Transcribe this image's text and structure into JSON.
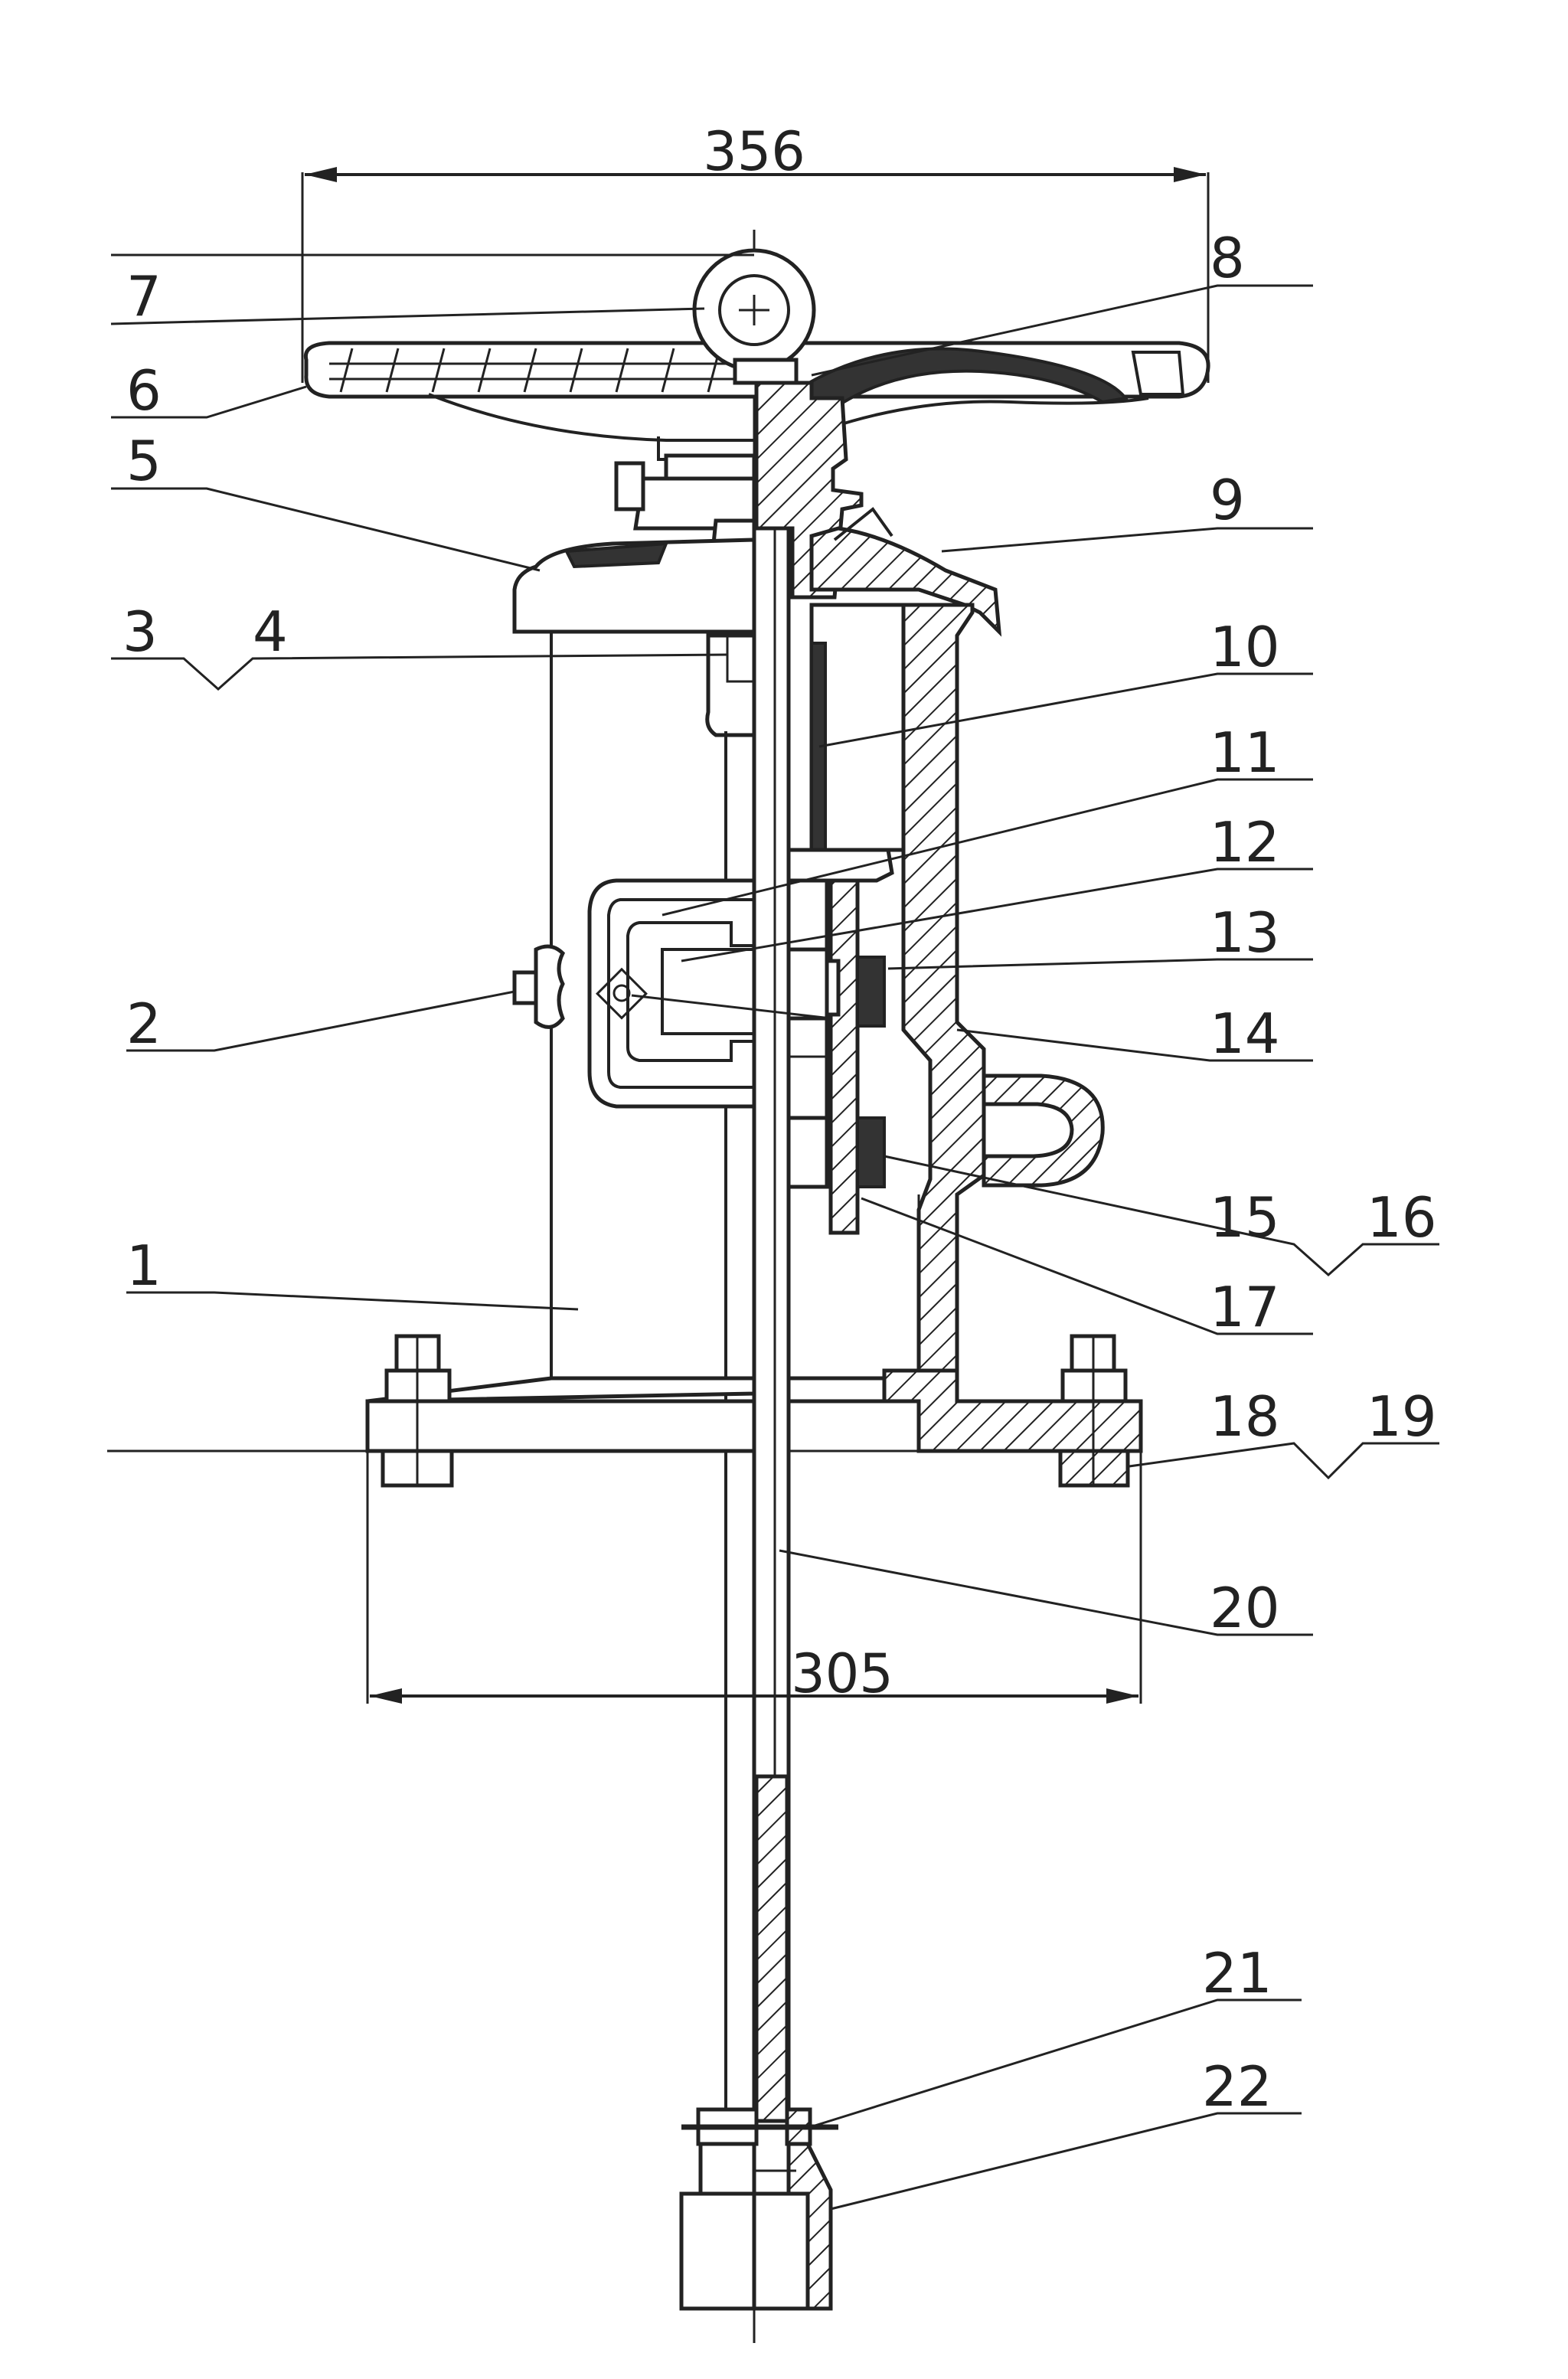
{
  "dimensions": {
    "top_width": "356",
    "base_width": "305"
  },
  "callouts": [
    {
      "id": "c1",
      "text": "1"
    },
    {
      "id": "c2",
      "text": "2"
    },
    {
      "id": "c3",
      "text": "3"
    },
    {
      "id": "c4",
      "text": "4"
    },
    {
      "id": "c5",
      "text": "5"
    },
    {
      "id": "c6",
      "text": "6"
    },
    {
      "id": "c7",
      "text": "7"
    },
    {
      "id": "c8",
      "text": "8"
    },
    {
      "id": "c9",
      "text": "9"
    },
    {
      "id": "c10",
      "text": "10"
    },
    {
      "id": "c11",
      "text": "11"
    },
    {
      "id": "c12",
      "text": "12"
    },
    {
      "id": "c13",
      "text": "13"
    },
    {
      "id": "c14",
      "text": "14"
    },
    {
      "id": "c15",
      "text": "15"
    },
    {
      "id": "c16",
      "text": "16"
    },
    {
      "id": "c17",
      "text": "17"
    },
    {
      "id": "c18",
      "text": "18"
    },
    {
      "id": "c19",
      "text": "19"
    },
    {
      "id": "c20",
      "text": "20"
    },
    {
      "id": "c21",
      "text": "21"
    },
    {
      "id": "c22",
      "text": "22"
    }
  ]
}
